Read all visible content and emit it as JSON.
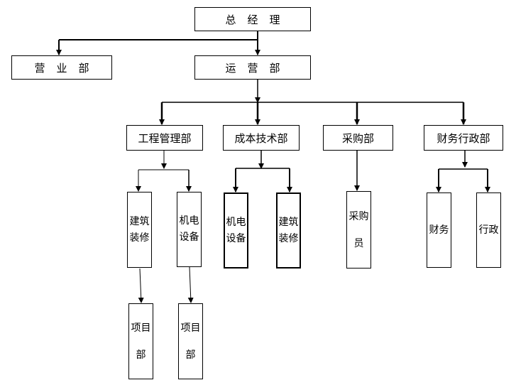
{
  "chart": {
    "root": "总经理",
    "sales": "营业部",
    "operations": "运营部",
    "engineering": "工程管理部",
    "cost_tech": "成本技术部",
    "purchasing": "采购部",
    "finance_admin": "财务行政部",
    "eng_construction": "建筑装修",
    "eng_mep": "机电设备",
    "cost_mep": "机电设备",
    "cost_construction": "建筑装修",
    "buyer": "采购员",
    "finance": "财务",
    "admin": "行政",
    "project_dept_1": "项目部",
    "project_dept_2": "项目部"
  }
}
